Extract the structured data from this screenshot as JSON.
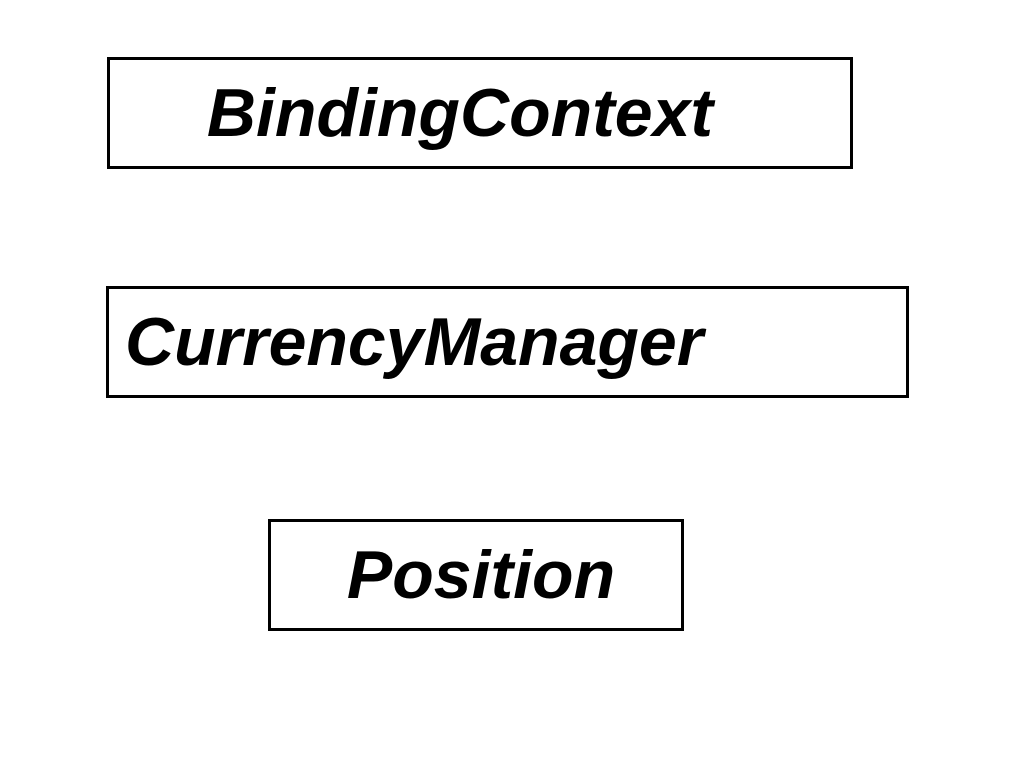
{
  "diagram": {
    "boxes": [
      {
        "label": "BindingContext"
      },
      {
        "label": "CurrencyManager"
      },
      {
        "label": "Position"
      }
    ]
  },
  "colors": {
    "border": "#000000",
    "text": "#000000",
    "background": "#ffffff"
  }
}
